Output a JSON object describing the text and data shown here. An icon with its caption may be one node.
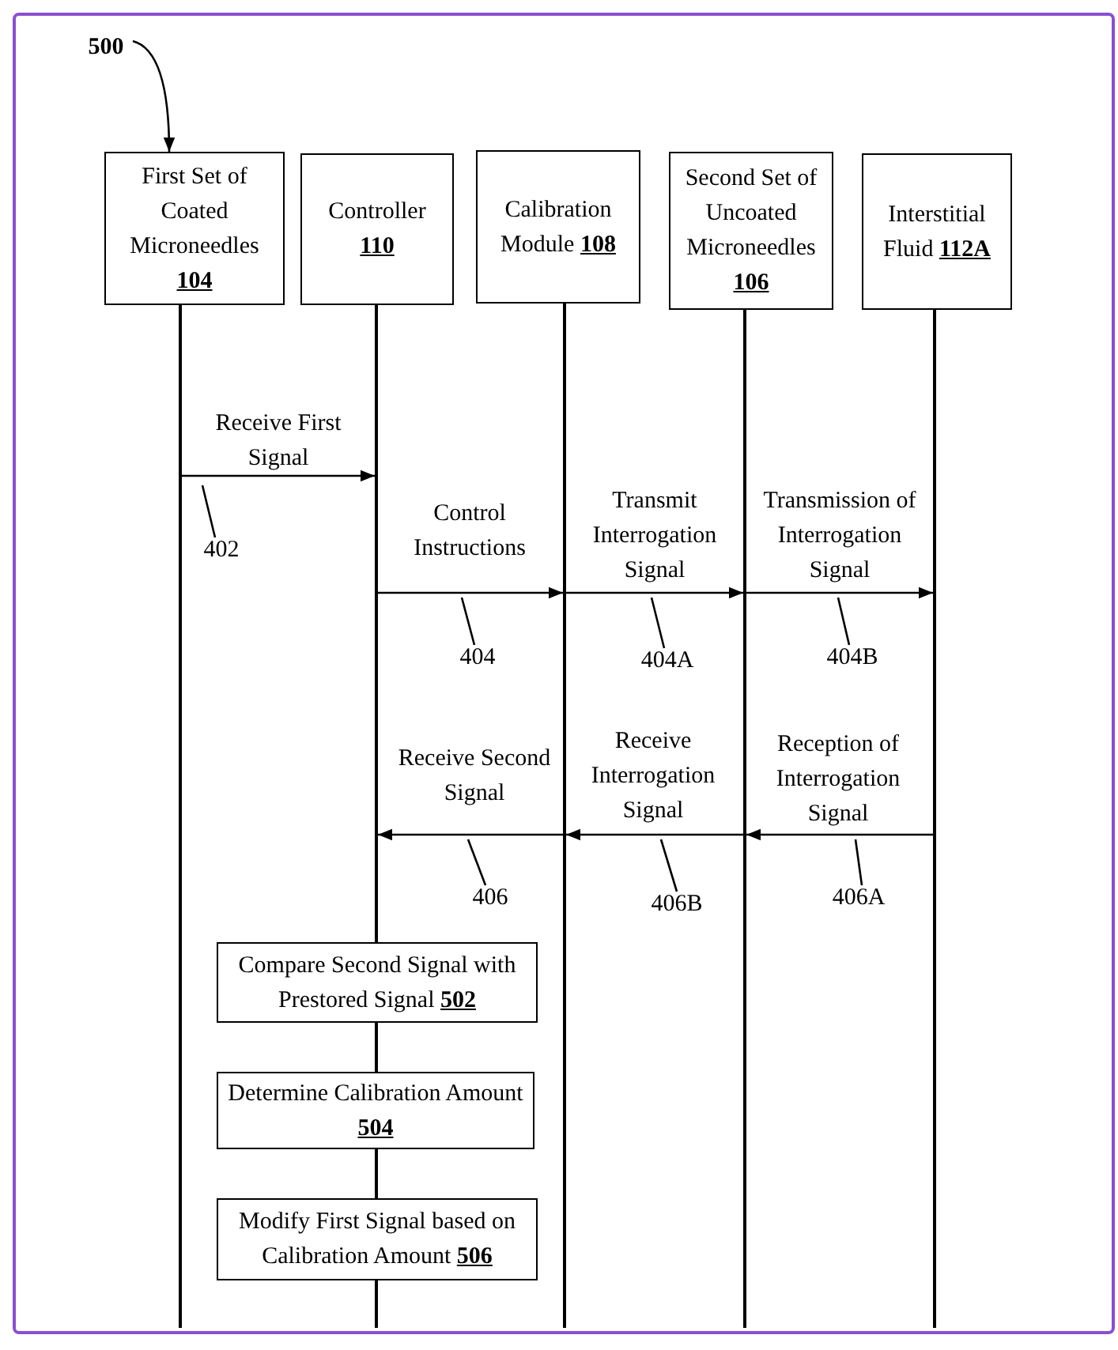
{
  "diagram": {
    "nodes": [
      {
        "text": [
          "500"
        ]
      },
      {
        "text": [
          "First Set of Coated Microneedles **104**"
        ]
      },
      {
        "text": [
          "Controller **110**"
        ]
      },
      {
        "text": [
          "Calibration Module **108**"
        ]
      },
      {
        "text": [
          "Second Set of Uncoated Microneedles **106**"
        ]
      },
      {
        "text": [
          "Interstitial Fluid **112A**"
        ]
      },
      {
        "text": [],
        "shape": "bar"
      },
      {
        "text": [],
        "shape": "bar"
      },
      {
        "text": [],
        "shape": "bar"
      },
      {
        "text": [],
        "shape": "bar"
      },
      {
        "text": [],
        "shape": "bar"
      },
      {
        "text": [
          "402"
        ]
      },
      {
        "text": [
          "404"
        ]
      },
      {
        "text": [
          "404A"
        ]
      },
      {
        "text": [
          "404B"
        ]
      },
      {
        "text": [
          "406"
        ]
      },
      {
        "text": [
          "406B"
        ]
      },
      {
        "text": [
          "406A"
        ]
      },
      {
        "text": [
          "Compare Second Signal with Prestored Signal **502**"
        ]
      },
      {
        "text": [
          "Determine Calibration Amount **504**"
        ]
      },
      {
        "text": [
          "Modify First Signal based on Calibration Amount **506**"
        ]
      }
    ],
    "edges": [
      {
        "from": 6,
        "to": 7,
        "arrow": "to",
        "label": "Receive First Signal"
      },
      {
        "from": 7,
        "to": 8,
        "arrow": "to",
        "label": "Control Instructions"
      },
      {
        "from": 8,
        "to": 9,
        "arrow": "to",
        "label": "Transmit Interrogation Signal"
      },
      {
        "from": 9,
        "to": 10,
        "arrow": "to",
        "label": "Transmission of Interrogation Signal"
      },
      {
        "from": 10,
        "to": 9,
        "arrow": "to",
        "label": "Reception of Interrogation Signal"
      },
      {
        "from": 9,
        "to": 8,
        "arrow": "to",
        "label": "Receive Interrogation Signal"
      },
      {
        "from": 8,
        "to": 7,
        "arrow": "to",
        "label": "Receive Second Signal"
      },
      {
        "from": 11,
        "to": null,
        "arrow": "none"
      },
      {
        "from": 12,
        "to": null,
        "arrow": "none"
      },
      {
        "from": 13,
        "to": null,
        "arrow": "none"
      },
      {
        "from": 14,
        "to": null,
        "arrow": "none"
      },
      {
        "from": 15,
        "to": null,
        "arrow": "none"
      },
      {
        "from": 16,
        "to": null,
        "arrow": "none"
      },
      {
        "from": 17,
        "to": null,
        "arrow": "none"
      },
      {
        "from": 0,
        "to": 1,
        "arrow": "to"
      },
      {
        "from": 18,
        "to": 19,
        "arrow": "none"
      },
      {
        "from": 19,
        "to": 20,
        "arrow": "none"
      }
    ]
  }
}
